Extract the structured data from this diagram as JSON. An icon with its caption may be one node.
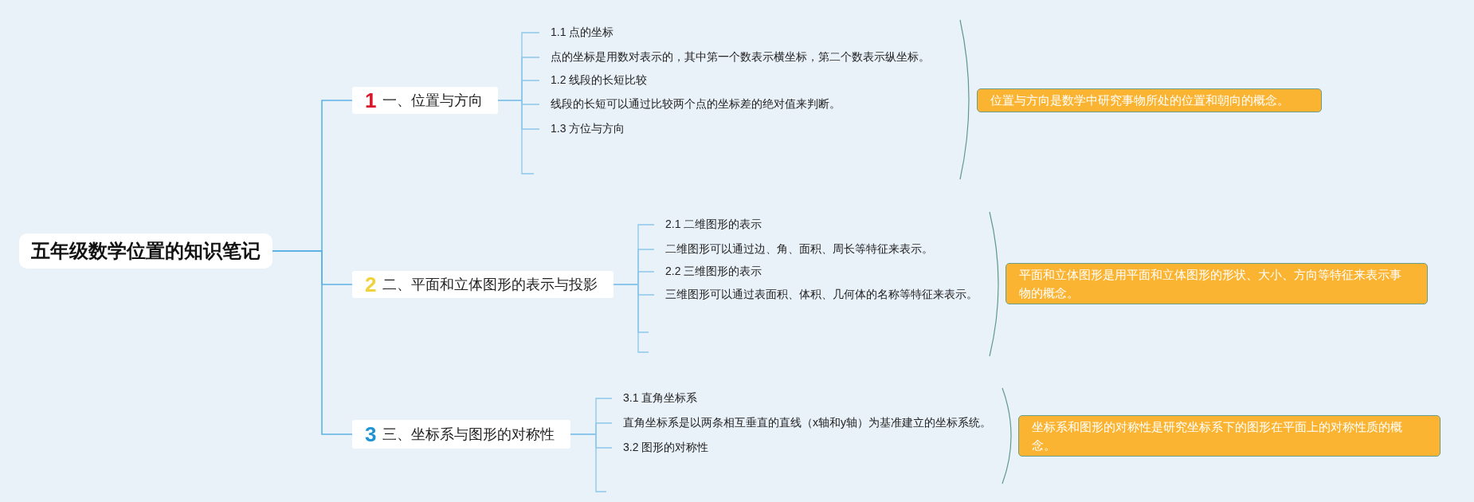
{
  "diagram": {
    "nodes": [
      {
        "text": [
          "五年级数学位置的知识笔记"
        ]
      },
      {
        "text": [
          "1",
          "一、位置与方向"
        ]
      },
      {
        "text": [
          "1.1 点的坐标"
        ]
      },
      {
        "text": [
          "点的坐标是用数对表示的，其中第一个数表示横坐标，第二个数表示纵坐标。"
        ]
      },
      {
        "text": [
          "1.2 线段的长短比较"
        ]
      },
      {
        "text": [
          "线段的长短可以通过比较两个点的坐标差的绝对值来判断。"
        ]
      },
      {
        "text": [
          "1.3 方位与方向"
        ]
      },
      {
        "text": [
          "位置与方向是数学中研究事物所处的位置和朝向的概念。"
        ]
      },
      {
        "text": [
          "2",
          "二、平面和立体图形的表示与投影"
        ]
      },
      {
        "text": [
          "2.1 二维图形的表示"
        ]
      },
      {
        "text": [
          "二维图形可以通过边、角、面积、周长等特征来表示。"
        ]
      },
      {
        "text": [
          "2.2 三维图形的表示"
        ]
      },
      {
        "text": [
          "三维图形可以通过表面积、体积、几何体的名称等特征来表示。"
        ]
      },
      {
        "text": [
          "平面和立体图形是用平面和立体图形的形状、大小、方向等特征来表示事物的概念。"
        ]
      },
      {
        "text": [
          "3",
          "三、坐标系与图形的对称性"
        ]
      },
      {
        "text": [
          "3.1 直角坐标系"
        ]
      },
      {
        "text": [
          "直角坐标系是以两条相互垂直的直线（x轴和y轴）为基准建立的坐标系统。"
        ]
      },
      {
        "text": [
          "3.2 图形的对称性"
        ]
      },
      {
        "text": [
          "坐标系和图形的对称性是研究坐标系下的图形在平面上的对称性质的概念。"
        ]
      }
    ],
    "edges": [
      {
        "from": 0,
        "to": 1,
        "arrow": "none"
      },
      {
        "from": 0,
        "to": 8,
        "arrow": "none"
      },
      {
        "from": 0,
        "to": 14,
        "arrow": "none"
      },
      {
        "from": 1,
        "to": 2,
        "arrow": "none"
      },
      {
        "from": 1,
        "to": 3,
        "arrow": "none"
      },
      {
        "from": 1,
        "to": 4,
        "arrow": "none"
      },
      {
        "from": 1,
        "to": 5,
        "arrow": "none"
      },
      {
        "from": 1,
        "to": 6,
        "arrow": "none"
      },
      {
        "from": 1,
        "to": null,
        "arrow": "none"
      },
      {
        "from": 8,
        "to": 9,
        "arrow": "none"
      },
      {
        "from": 8,
        "to": 10,
        "arrow": "none"
      },
      {
        "from": 8,
        "to": 11,
        "arrow": "none"
      },
      {
        "from": 8,
        "to": 12,
        "arrow": "none"
      },
      {
        "from": 8,
        "to": null,
        "arrow": "none"
      },
      {
        "from": 8,
        "to": null,
        "arrow": "none"
      },
      {
        "from": 14,
        "to": 15,
        "arrow": "none"
      },
      {
        "from": 14,
        "to": 16,
        "arrow": "none"
      },
      {
        "from": 14,
        "to": 17,
        "arrow": "none"
      },
      {
        "from": 14,
        "to": null,
        "arrow": "none"
      }
    ]
  }
}
